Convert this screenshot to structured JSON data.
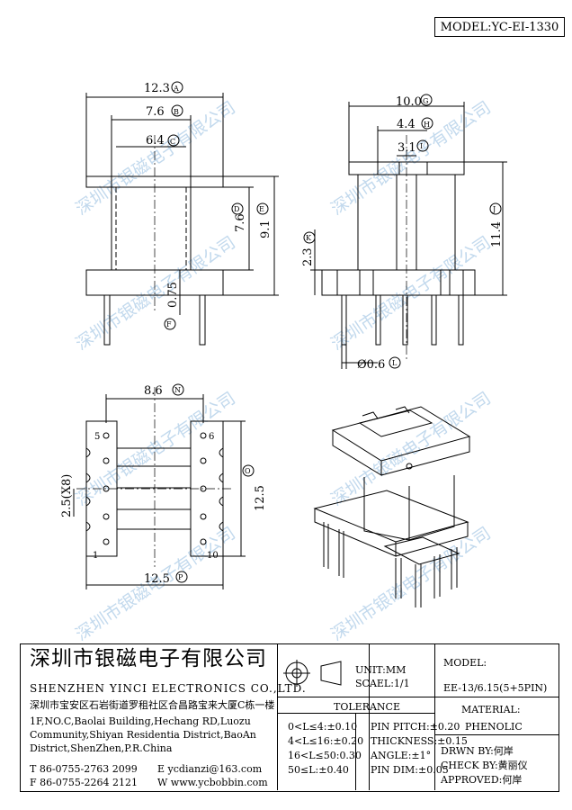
{
  "model_label": "MODEL:YC-EI-1330",
  "front_view": {
    "dim_a": "12.3",
    "mark_a": "A",
    "dim_b": "7.6",
    "mark_b": "B",
    "dim_c": "6.4",
    "mark_c": "C",
    "dim_d": "7.6",
    "mark_d": "D",
    "dim_e": "9.1",
    "mark_e": "E",
    "dim_f": "0.75",
    "mark_f": "F"
  },
  "side_view": {
    "dim_g": "10.0",
    "mark_g": "G",
    "dim_h": "4.4",
    "mark_h": "H",
    "dim_i": "3.1",
    "mark_i": "I",
    "dim_j": "11.4",
    "mark_j": "J",
    "dim_k": "2.3",
    "mark_k": "K",
    "dim_l": "Ø0.6",
    "mark_l": "L"
  },
  "bottom_view": {
    "dim_n": "8.6",
    "mark_n": "N",
    "dim_o": "12.5",
    "mark_o": "O",
    "dim_pitch": "2.5(X8)",
    "dim_p": "12.5",
    "mark_p": "P",
    "pin_5": "5",
    "pin_6": "6",
    "pin_1": "1",
    "pin_10": "10"
  },
  "watermark": "深圳市银磁电子有限公司",
  "title_block": {
    "company_cn": "深圳市银磁电子有限公司",
    "company_en": "SHENZHEN YINCI ELECTRONICS CO.,LTD.",
    "address_cn": "深圳市宝安区石岩街道罗租社区合昌路宝来大厦C栋一楼",
    "address_en_1": "1F,NO.C,Baolai Building,Hechang RD,Luozu",
    "address_en_2": "Community,Shiyan Residentia District,BaoAn",
    "address_en_3": "District,ShenZhen,P.R.China",
    "tel": "T 86-0755-2763 2099",
    "fax": "F 86-0755-2264 2121",
    "email": "E ycdianzi@163.com",
    "web": "W www.ycbobbin.com",
    "unit": "UNIT:MM",
    "scale": "SCAEL:1/1",
    "model_label": "MODEL:",
    "model_value": "EE-13/6.15(5+5PIN)",
    "tolerance_title": "TOLERANCE",
    "tol_1": "0<L≤4:±0.10",
    "tol_2": "4<L≤16:±0.20",
    "tol_3": "16<L≤50:0.30",
    "tol_4": "50≤L:±0.40",
    "tol_5": "PIN PITCH:±0.20",
    "tol_6": "THICKNESS:±0.15",
    "tol_7": "ANGLE:±1°",
    "tol_8": "PIN DIM:±0.05",
    "material_label": "MATERIAL:",
    "material_value": "PHENOLIC",
    "drawn_by": "DRWN BY:何岸",
    "check_by": "CHECK BY:黄丽仪",
    "approved": "APPROVED:何岸"
  }
}
